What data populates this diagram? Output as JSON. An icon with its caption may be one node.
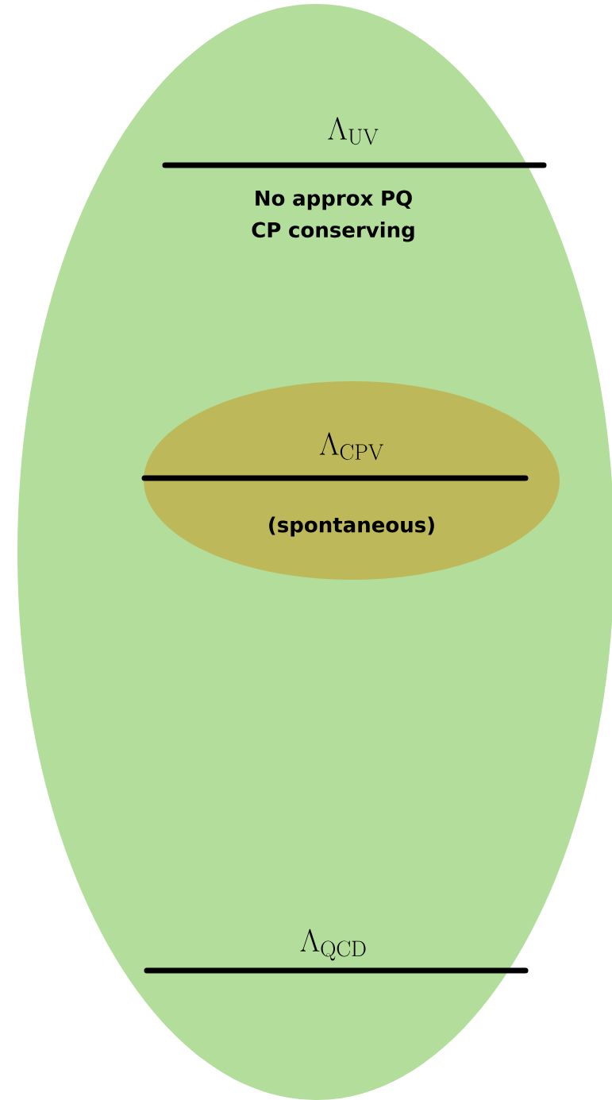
{
  "diagram": {
    "nodes": [
      {
        "text": [
          "\\Lambda_{\\mathrm{UV}}",
          "No approx PQ CP conserving",
          "\\Lambda_{\\mathrm{QCD}}"
        ]
      },
      {
        "text": [
          "\\Lambda_{\\mathrm{CPV}}",
          "(spontaneous)"
        ],
        "in": 0
      }
    ]
  }
}
